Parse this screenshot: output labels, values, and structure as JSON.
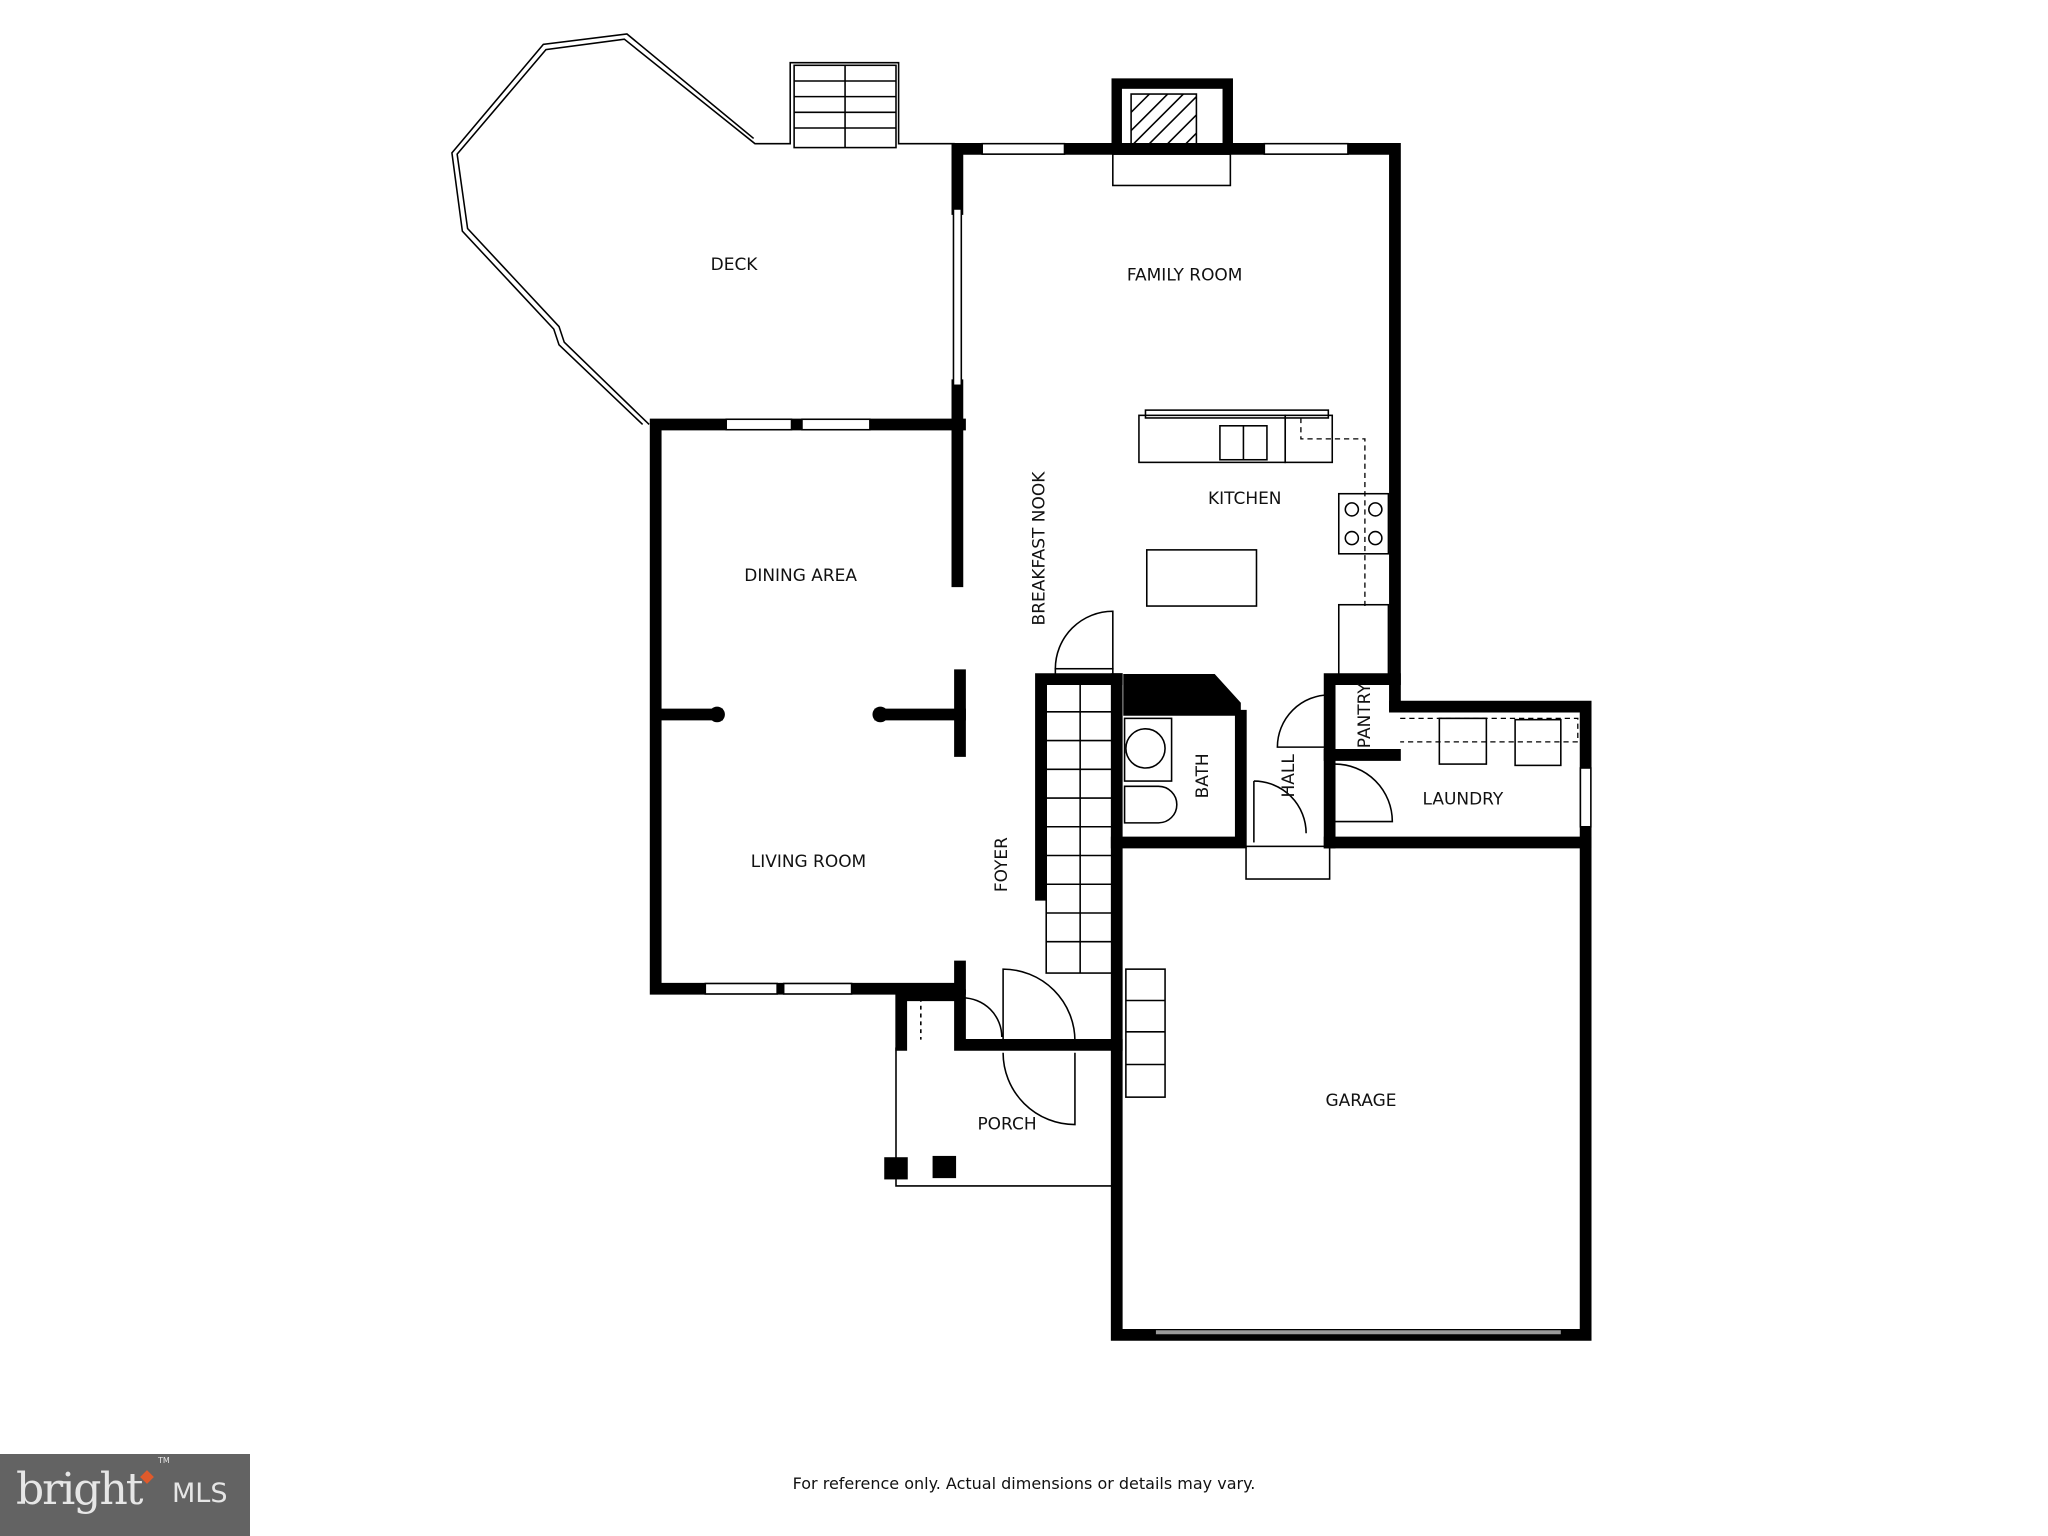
{
  "rooms": {
    "deck": "DECK",
    "family_room": "FAMILY ROOM",
    "kitchen": "KITCHEN",
    "breakfast_nook": "BREAKFAST NOOK",
    "dining_area": "DINING AREA",
    "living_room": "LIVING ROOM",
    "foyer": "FOYER",
    "bath": "BATH",
    "hall": "HALL",
    "pantry": "PANTRY",
    "laundry": "LAUNDRY",
    "garage": "GARAGE",
    "porch": "PORCH"
  },
  "footer": "For reference only. Actual dimensions or details may vary.",
  "logo": {
    "brand": "bright",
    "suffix": "MLS",
    "trademark": "TM",
    "accent_color": "#e05a2b"
  }
}
